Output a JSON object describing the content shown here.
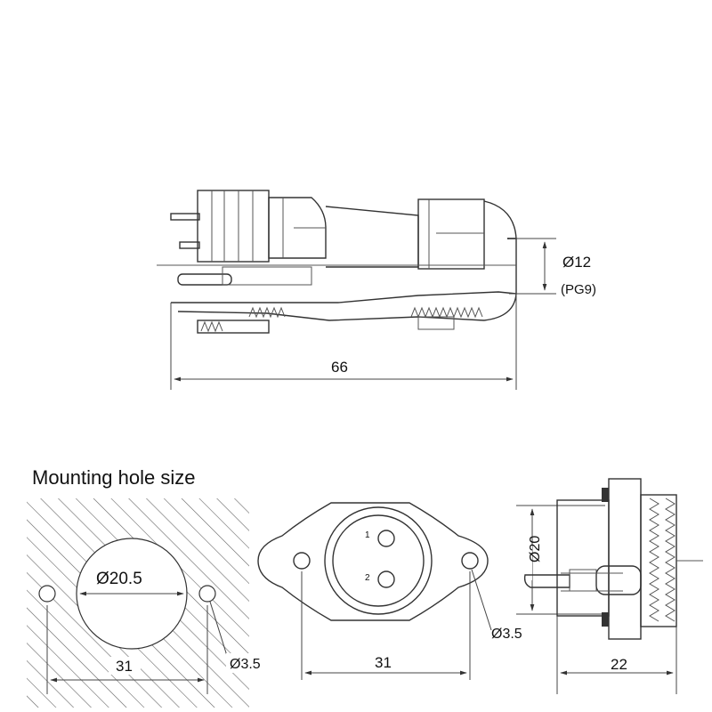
{
  "side_view": {
    "cable_diameter": "Ø12",
    "cable_gland": "(PG9)",
    "overall_length": "66"
  },
  "mounting_hole": {
    "heading": "Mounting hole size",
    "hole_diameter": "Ø20.5",
    "screw_hole": "Ø3.5",
    "hole_spacing": "31"
  },
  "front_view": {
    "pin_1": "1",
    "pin_2": "2",
    "screw_hole": "Ø3.5",
    "hole_spacing": "31"
  },
  "socket_side_view": {
    "body_diameter": "Ø20",
    "depth": "22"
  }
}
